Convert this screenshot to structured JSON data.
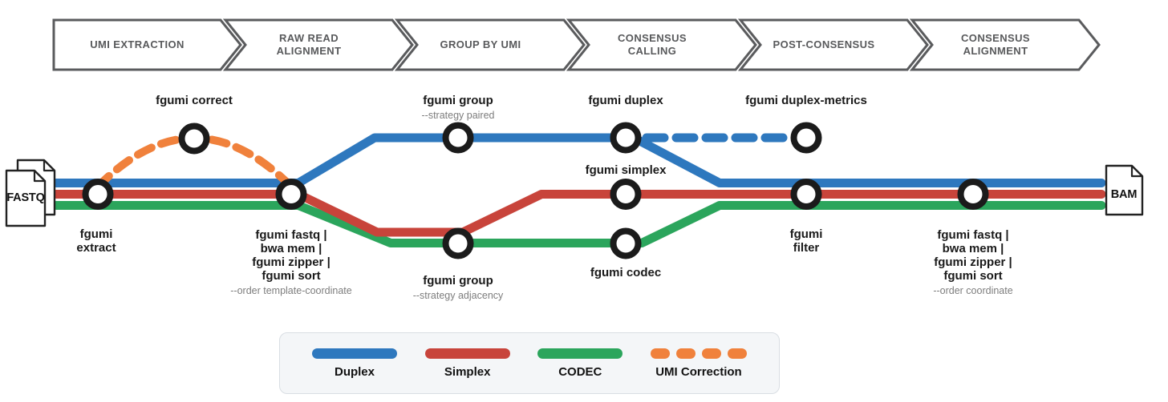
{
  "colors": {
    "duplex": "#2E78BE",
    "simplex": "#C8443B",
    "codec": "#2BA55C",
    "correction": "#F0813C",
    "station_ring": "#1B1B1B",
    "chevron_border": "#5A5B5D",
    "chevron_text": "#58595B",
    "label_text": "#1A1A1A",
    "sublabel": "#7D7D7D",
    "legend_bg": "#F4F6F8",
    "legend_border": "#D9DEE3"
  },
  "pipeline_stages": [
    {
      "label": "UMI EXTRACTION"
    },
    {
      "label": "RAW READ ALIGNMENT"
    },
    {
      "label": "GROUP BY UMI"
    },
    {
      "label": "CONSENSUS CALLING"
    },
    {
      "label": "POST-CONSENSUS"
    },
    {
      "label": "CONSENSUS ALIGNMENT"
    }
  ],
  "io": {
    "input_label": "FASTQ",
    "output_label": "BAM"
  },
  "stations": [
    {
      "id": "extract",
      "text": "fgumi\nextract",
      "sub": ""
    },
    {
      "id": "correct",
      "text": "fgumi correct",
      "sub": ""
    },
    {
      "id": "raw-align",
      "text": "fgumi fastq |\nbwa mem |\nfgumi zipper |\nfgumi sort",
      "sub": "--order template-coordinate"
    },
    {
      "id": "group-paired",
      "text": "fgumi group",
      "sub": "--strategy paired"
    },
    {
      "id": "duplex",
      "text": "fgumi duplex",
      "sub": ""
    },
    {
      "id": "duplex-metrics",
      "text": "fgumi duplex-metrics",
      "sub": ""
    },
    {
      "id": "simplex",
      "text": "fgumi simplex",
      "sub": ""
    },
    {
      "id": "group-adjacency",
      "text": "fgumi group",
      "sub": "--strategy adjacency"
    },
    {
      "id": "codec",
      "text": "fgumi codec",
      "sub": ""
    },
    {
      "id": "filter",
      "text": "fgumi\nfilter",
      "sub": ""
    },
    {
      "id": "consensus-align",
      "text": "fgumi fastq |\nbwa mem |\nfgumi zipper |\nfgumi sort",
      "sub": "--order coordinate"
    }
  ],
  "legend": {
    "items": [
      {
        "label": "Duplex"
      },
      {
        "label": "Simplex"
      },
      {
        "label": "CODEC"
      },
      {
        "label": "UMI Correction"
      }
    ]
  }
}
